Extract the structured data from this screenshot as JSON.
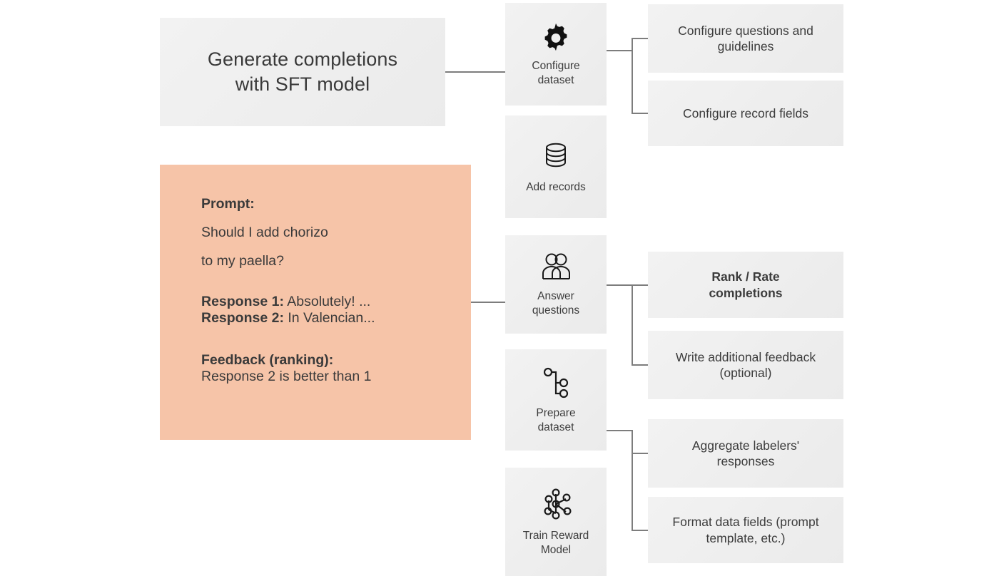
{
  "diagram": {
    "title_node": {
      "line1": "Generate completions",
      "line2": "with SFT model"
    },
    "prompt_card": {
      "prompt_label": "Prompt:",
      "prompt_line1": "Should I add chorizo",
      "prompt_line2": "to my paella?",
      "response1_label": "Response 1:",
      "response1_text": " Absolutely! ...",
      "response2_label": "Response 2:",
      "response2_text": " In Valencian...",
      "feedback_label": "Feedback (ranking):",
      "feedback_text": "Response 2 is better than 1",
      "background_color": "#F6C4A8"
    },
    "steps": [
      {
        "icon": "gear-icon",
        "line1": "Configure",
        "line2": "dataset"
      },
      {
        "icon": "database-icon",
        "line1": "Add records",
        "line2": ""
      },
      {
        "icon": "two-people-icon",
        "line1": "Answer",
        "line2": "questions"
      },
      {
        "icon": "branch-tree-icon",
        "line1": "Prepare",
        "line2": "dataset"
      },
      {
        "icon": "neural-network-icon",
        "line1": "Train Reward",
        "line2": "Model"
      }
    ],
    "details": [
      {
        "line1": "Configure questions and",
        "line2": "guidelines"
      },
      {
        "line1": "Configure record fields",
        "line2": ""
      },
      {
        "line1": "Rank / Rate",
        "line2": "completions"
      },
      {
        "line1": "Write additional feedback",
        "line2": "(optional)"
      },
      {
        "line1": "Aggregate labelers'",
        "line2": "responses"
      },
      {
        "line1": "Format data fields (prompt",
        "line2": "template, etc.)"
      }
    ],
    "colors": {
      "node_fill": "#EEEEEE",
      "connector": "#7D7D7D",
      "text": "#3C3C3C",
      "background": "#FFFFFF"
    }
  }
}
